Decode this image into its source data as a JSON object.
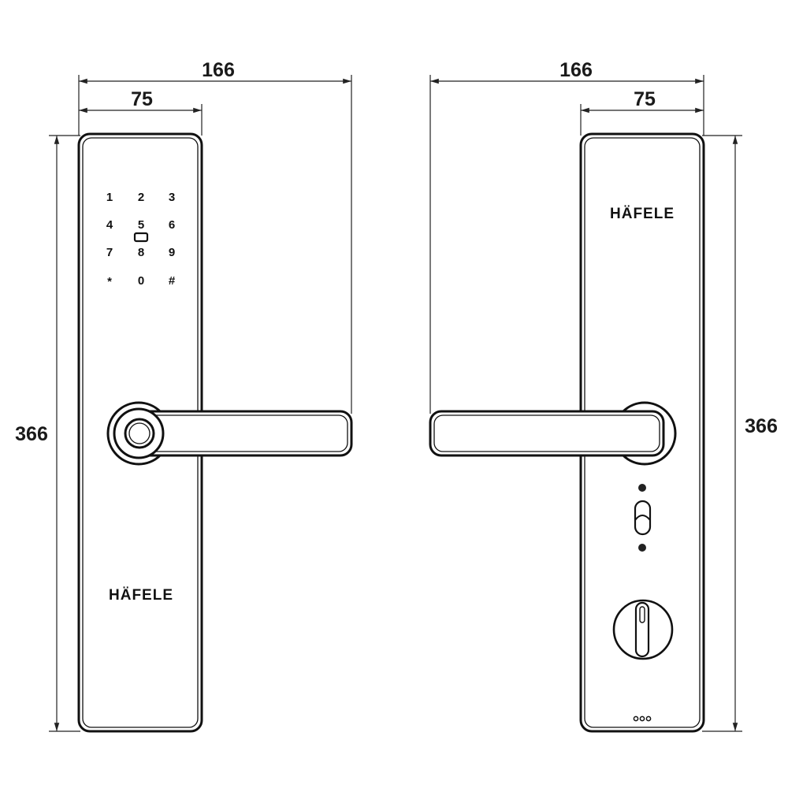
{
  "dimensions": {
    "overall_width": "166",
    "plate_width": "75",
    "height": "366"
  },
  "front": {
    "brand": "HÄFELE",
    "keypad": [
      "1",
      "2",
      "3",
      "4",
      "5",
      "6",
      "7",
      "8",
      "9",
      "*",
      "0",
      "#"
    ]
  },
  "back": {
    "brand": "HÄFELE"
  },
  "colors": {
    "line": "#111111",
    "background": "#ffffff"
  }
}
